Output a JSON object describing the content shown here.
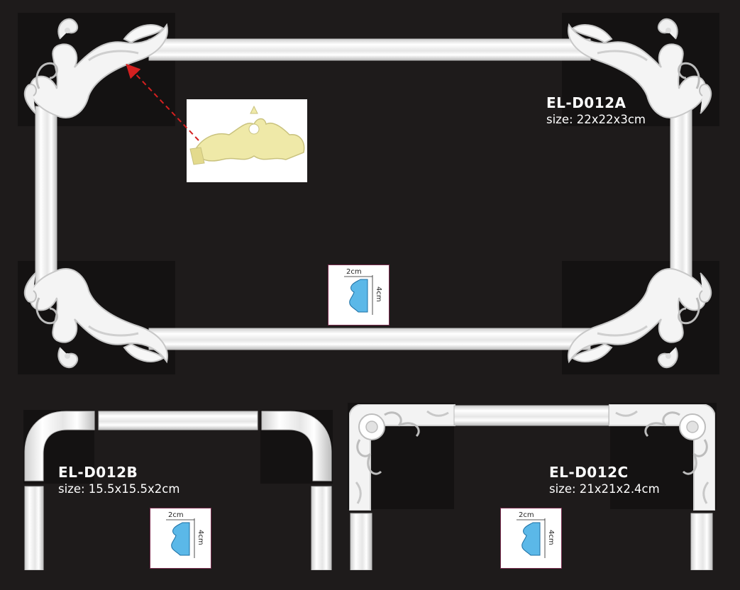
{
  "products": [
    {
      "code": "EL-D012A",
      "size": "size: 22x22x3cm"
    },
    {
      "code": "EL-D012B",
      "size": "size: 15.5x15.5x2cm"
    },
    {
      "code": "EL-D012C",
      "size": "size: 21x21x2.4cm"
    }
  ],
  "profile": {
    "width_label": "2cm",
    "height_label": "4cm"
  },
  "colors": {
    "background": "#1e1b1b",
    "moulding": "#f2f2f2",
    "profile_fill": "#5bb8e8",
    "arrow": "#d42020",
    "card_border": "#7a2d4f",
    "inset_ornament": "#efe9a8"
  },
  "icons": [
    "acanthus-scroll-ornament-icon",
    "rounded-corner-moulding-icon",
    "floral-scroll-corner-icon",
    "moulding-cross-section-icon",
    "dashed-arrow-icon"
  ]
}
